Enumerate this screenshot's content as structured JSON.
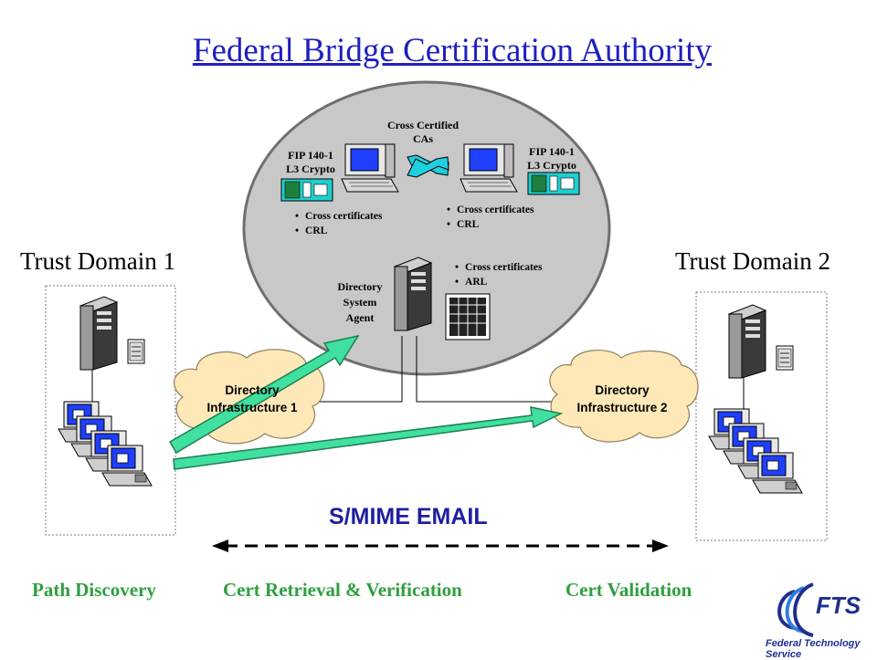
{
  "title": "Federal Bridge Certification Authority",
  "trust_domain_1": "Trust Domain 1",
  "trust_domain_2": "Trust Domain 2",
  "cross_certified": [
    "Cross Certified",
    "CAs"
  ],
  "fip_left": [
    "FIP 140-1",
    "L3 Crypto"
  ],
  "fip_right": [
    "FIP 140-1",
    "L3 Crypto"
  ],
  "bullets_left": [
    "Cross certificates",
    "CRL"
  ],
  "bullets_right": [
    "Cross certificates",
    "CRL"
  ],
  "bullets_dsa": [
    "Cross certificates",
    "ARL"
  ],
  "dsa_label": [
    "Directory",
    "System",
    "Agent"
  ],
  "directory_1": [
    "Directory",
    "Infrastructure 1"
  ],
  "directory_2": [
    "Directory",
    "Infrastructure 2"
  ],
  "smime": "S/MIME EMAIL",
  "bottom": {
    "path_discovery": "Path Discovery",
    "cert_retrieval": "Cert Retrieval & Verification",
    "cert_validation": "Cert Validation"
  },
  "logo": {
    "text": "FTS",
    "subtitle": "Federal Technology Service"
  },
  "colors": {
    "title": "#1f1fbf",
    "ellipse": "#c8c8c8",
    "cloud": "#ffe8b8",
    "arrow": "#3fe0a0",
    "bottom_text": "#2f9f3f",
    "screen": "#1f3fff"
  }
}
